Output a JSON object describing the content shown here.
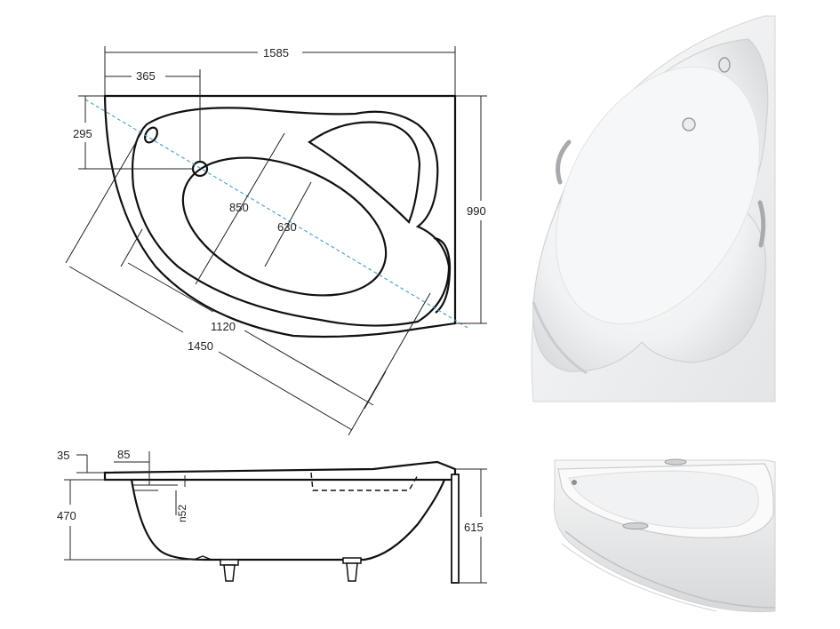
{
  "top_view": {
    "dim_length": "1585",
    "dim_drain_offset": "365",
    "dim_overflow_offset": "295",
    "dim_height": "990",
    "dim_inner_width": "850",
    "dim_bottom_width": "630",
    "dim_inner_length": "1120",
    "dim_outer_length": "1450"
  },
  "side_view": {
    "dim_rim": "35",
    "dim_drain_pos": "85",
    "dim_depth": "470",
    "dim_total_height": "615",
    "dim_pipe": "n52"
  }
}
